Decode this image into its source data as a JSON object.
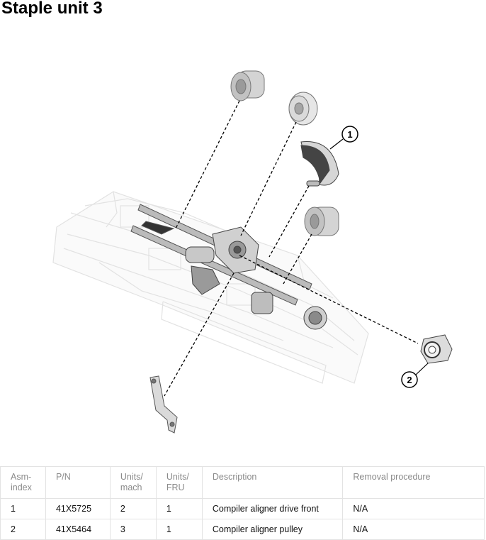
{
  "page": {
    "title": "Staple unit 3"
  },
  "callouts": [
    "1",
    "2"
  ],
  "table": {
    "headers": [
      "Asm-\nindex",
      "P/N",
      "Units/\nmach",
      "Units/\nFRU",
      "Description",
      "Removal procedure"
    ],
    "rows": [
      [
        "1",
        "41X5725",
        "2",
        "1",
        "Compiler aligner drive front",
        "N/A"
      ],
      [
        "2",
        "41X5464",
        "3",
        "1",
        "Compiler aligner pulley",
        "N/A"
      ]
    ]
  }
}
